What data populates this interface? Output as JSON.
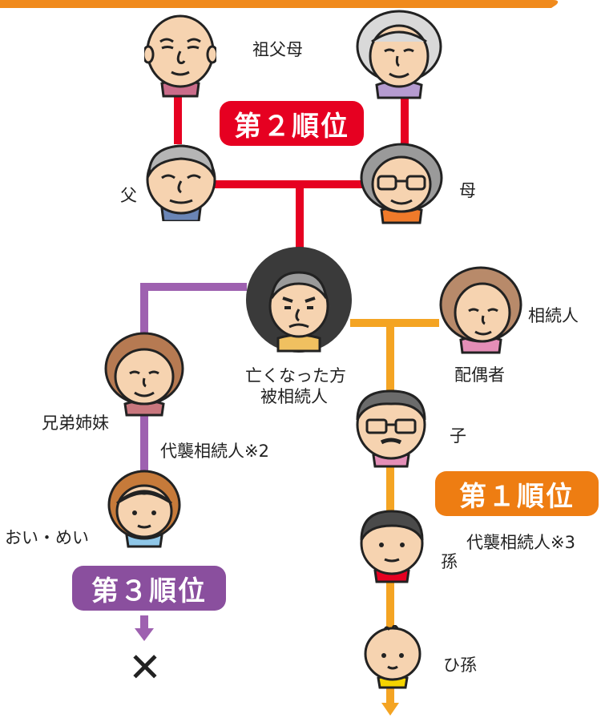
{
  "labels": {
    "grandparents": "祖父母",
    "father": "父",
    "mother": "母",
    "deceased_line1": "亡くなった方",
    "deceased_line2": "被相続人",
    "heir": "相続人",
    "spouse": "配偶者",
    "siblings": "兄弟姉妹",
    "substitute_heir_2": "代襲相続人※2",
    "niece_nephew": "おい・めい",
    "child": "子",
    "grandchild": "孫",
    "substitute_heir_3": "代襲相続人※3",
    "great_grandchild": "ひ孫"
  },
  "badges": {
    "rank2": "第２順位",
    "rank1": "第１順位",
    "rank3": "第３順位"
  },
  "symbols": {
    "none": "✕"
  },
  "colors": {
    "rank2_red": "#e60021",
    "rank1_orange": "#ee7d12",
    "rank1_line": "#f4a423",
    "rank3_purple": "#8a4f9e",
    "rank3_line": "#9e61b0",
    "top_bar": "#f08a1c"
  }
}
